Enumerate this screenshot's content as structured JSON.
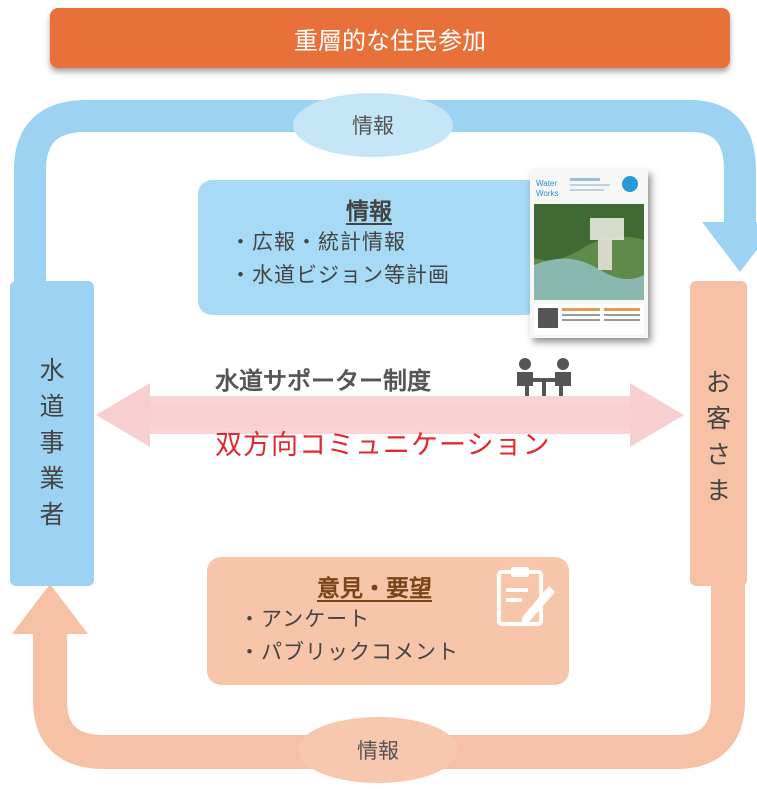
{
  "banner": {
    "title": "重層的な住民参加"
  },
  "loop": {
    "top_label": "情報",
    "bottom_label": "情報"
  },
  "left_column": {
    "chars": [
      "水",
      "道",
      "事",
      "業",
      "者"
    ]
  },
  "right_column": {
    "chars": [
      "お",
      "客",
      "さ",
      "ま"
    ]
  },
  "info_box": {
    "title": "情報",
    "items": [
      "・広報・統計情報",
      "・水道ビジョン等計画"
    ]
  },
  "brochure": {
    "cover_text": [
      "Water",
      "Works"
    ]
  },
  "supporter": {
    "label": "水道サポーター制度"
  },
  "two_way": {
    "label": "双方向コミュニケーション"
  },
  "opinion_box": {
    "title": "意見・要望",
    "items": [
      "・アンケート",
      "・パブリックコメント"
    ]
  },
  "icons": {
    "meeting": "meeting-people-icon",
    "clipboard": "clipboard-pen-icon"
  },
  "colors": {
    "banner": "#e8713a",
    "blue_flow": "#9dd3f2",
    "peach_flow": "#f6c1a4",
    "two_way_arrow": "#f7cfd1",
    "two_way_text": "#e0292c"
  }
}
